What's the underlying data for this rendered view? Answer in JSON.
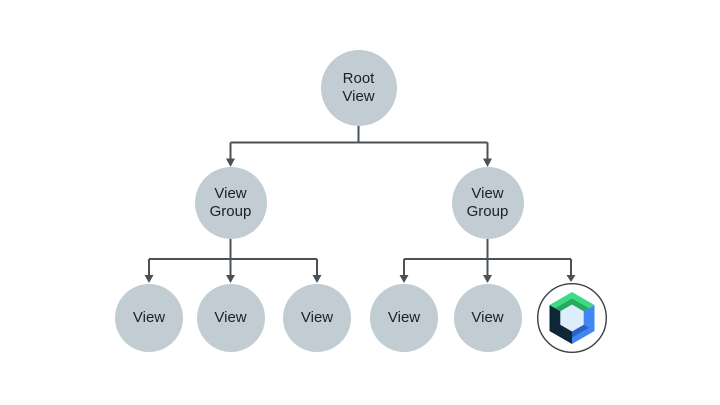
{
  "diagram": {
    "tree": {
      "root": {
        "label": "Root View",
        "children": [
          {
            "label": "View Group",
            "children": [
              {
                "label": "View"
              },
              {
                "label": "View"
              },
              {
                "label": "View"
              }
            ]
          },
          {
            "label": "View Group",
            "children": [
              {
                "label": "View"
              },
              {
                "label": "View"
              },
              {
                "icon": "jetpack-compose-logo"
              }
            ]
          }
        ]
      }
    },
    "colors": {
      "node_fill": "#c2ccd3",
      "connector": "#4a5157",
      "text": "#1d2024",
      "compose_ring": "#3c4043",
      "compose_ring_fill": "#ffffff",
      "compose_green": "#3ddc84",
      "compose_dark_green": "#28a962",
      "compose_blue": "#4285f4",
      "compose_dark_blue": "#2a62c4",
      "compose_navy": "#0e2737",
      "compose_center": "#ddeefa"
    }
  }
}
